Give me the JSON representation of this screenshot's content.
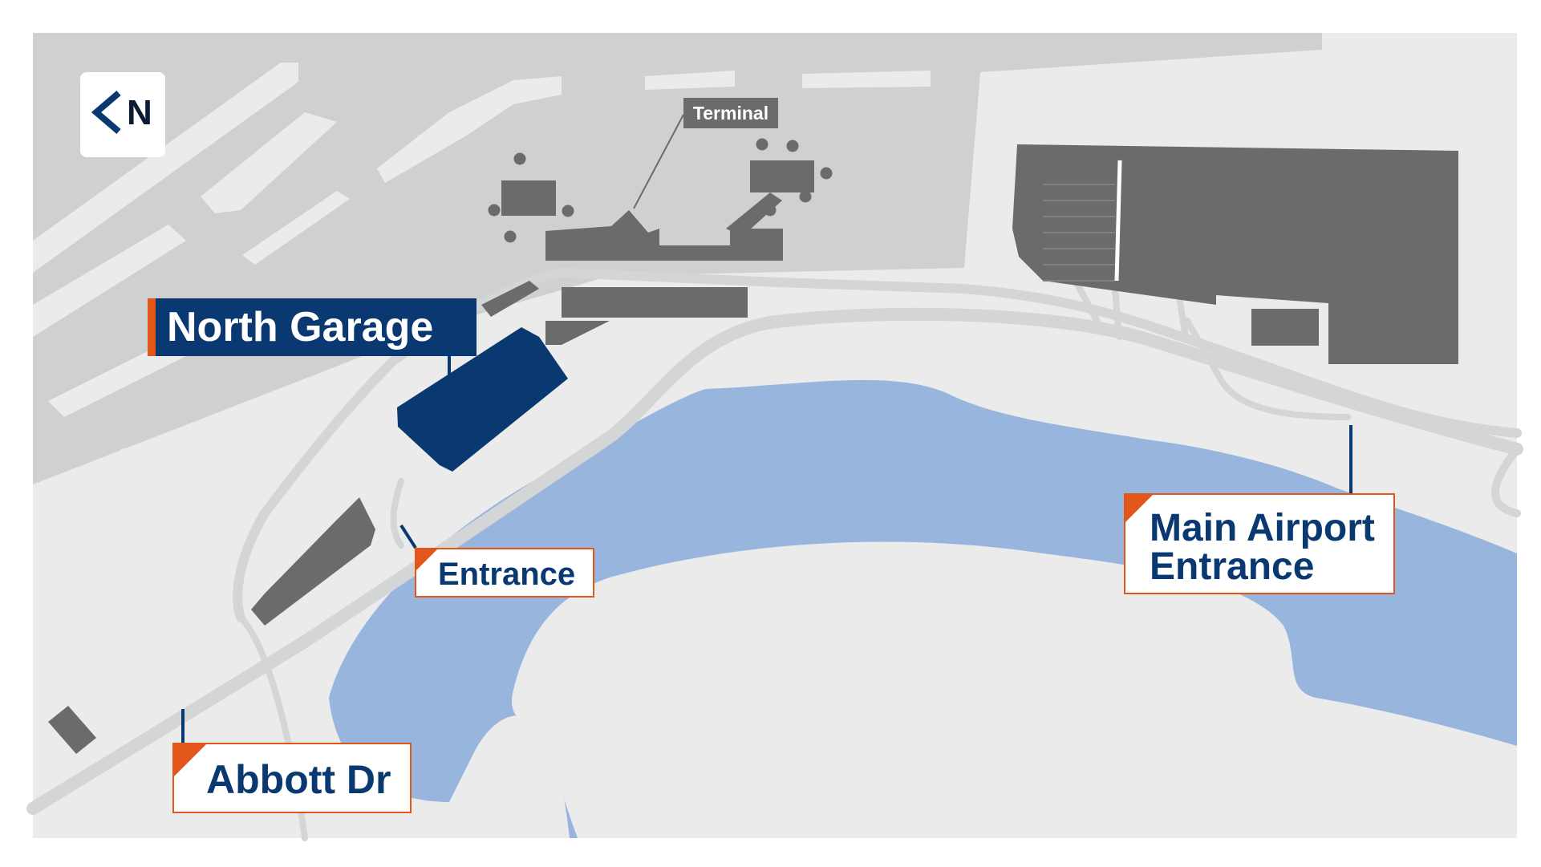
{
  "map": {
    "colors": {
      "background": "#ffffff",
      "land": "#ebebec",
      "airfield": "#cfd0d1",
      "road": "#d4d5d6",
      "building": "#6a6b6d",
      "water": "#98b5de",
      "highlight": "#0a3870",
      "accent": "#e2561a"
    },
    "compass": {
      "label": "N",
      "icon": "chevron-left-icon"
    },
    "labels": {
      "terminal": "Terminal",
      "north_garage": "North Garage",
      "entrance": "Entrance",
      "abbott_dr": "Abbott Dr",
      "main_entrance_line1": "Main Airport",
      "main_entrance_line2": "Entrance"
    }
  }
}
